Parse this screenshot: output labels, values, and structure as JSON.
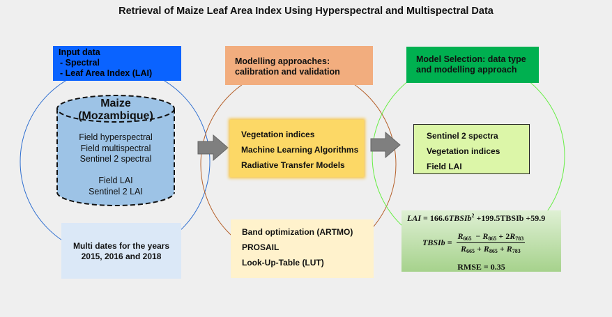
{
  "title": "Retrieval of Maize Leaf Area Index Using Hyperspectral and Multispectral Data",
  "input": {
    "heading": "Input data",
    "items": [
      "-  Spectral",
      "-  Leaf Area Index (LAI)"
    ]
  },
  "maize": {
    "title_line1": "Maize",
    "title_line2": "(Mozambique)",
    "items": [
      "Field hyperspectral",
      "Field multispectral",
      "Sentinel 2 spectral",
      "",
      "Field LAI",
      "Sentinel 2 LAI"
    ]
  },
  "dates": {
    "line1": "Multi dates for the years",
    "line2": "2015, 2016 and 2018"
  },
  "modelling": {
    "line1": "Modelling approaches:",
    "line2": "calibration and validation"
  },
  "methods": [
    "Vegetation indices",
    "Machine Learning Algorithms",
    "Radiative Transfer Models"
  ],
  "rtm_methods": [
    "Band optimization (ARTMO)",
    "PROSAIL",
    "Look-Up-Table (LUT)"
  ],
  "selection": {
    "line1": "Model Selection: data type",
    "line2": "and modelling approach"
  },
  "selected": [
    "Sentinel 2 spectra",
    "Vegetation indices",
    "Field LAI"
  ],
  "equation": {
    "lai_lhs": "LAI",
    "lai_coef": " = 166.6",
    "lai_var": "TBSIb",
    "lai_rest": " +199.5TBSIb +59.9",
    "tbsi_lhs": "TBSIb",
    "rmse": "RMSE = 0.35"
  },
  "colors": {
    "input": "#0a63ff",
    "modelling": "#f2ad7e",
    "methods": "#fcd866",
    "selection": "#00b050",
    "circle_left": "#2f6fd0",
    "circle_middle": "#b5602a",
    "circle_right": "#66ee44"
  }
}
